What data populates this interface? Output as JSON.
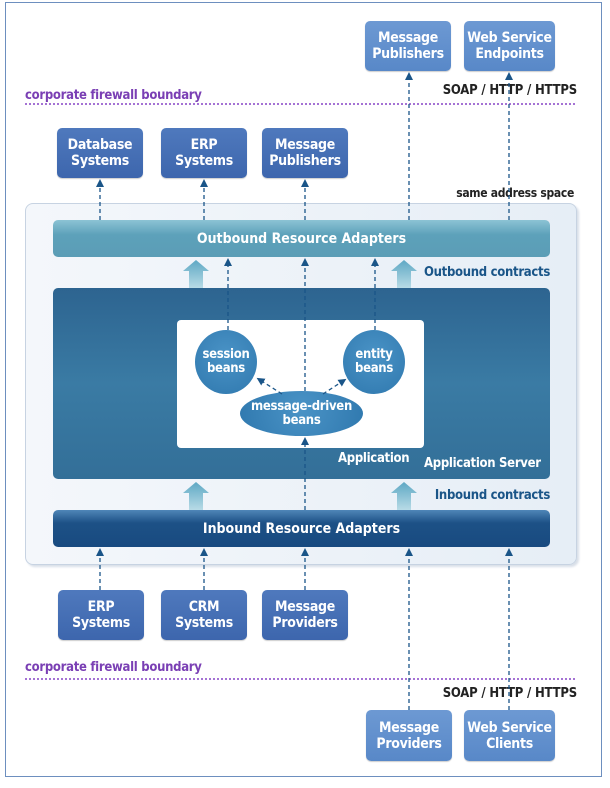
{
  "firewall": {
    "label": "corporate firewall boundary",
    "protocol": "SOAP / HTTP / HTTPS",
    "color": "#a472d4"
  },
  "external_top": [
    {
      "label": "Message Publishers"
    },
    {
      "label": "Web Service Endpoints"
    }
  ],
  "outbound_targets": [
    {
      "label": "Database Systems"
    },
    {
      "label": "ERP Systems"
    },
    {
      "label": "Message Publishers"
    }
  ],
  "same_address_space": "same address space",
  "outbound_adapters": "Outbound Resource Adapters",
  "outbound_contracts": "Outbound contracts",
  "application_server": {
    "label": "Application Server",
    "application": {
      "label": "Application",
      "beans": {
        "session": "session beans",
        "entity": "entity beans",
        "message_driven": "message-driven beans"
      }
    }
  },
  "inbound_contracts": "Inbound contracts",
  "inbound_adapters": "Inbound Resource Adapters",
  "inbound_sources": [
    {
      "label": "ERP Systems"
    },
    {
      "label": "CRM Systems"
    },
    {
      "label": "Message Providers"
    }
  ],
  "external_bottom": [
    {
      "label": "Message Providers"
    },
    {
      "label": "Web Service Clients"
    }
  ],
  "colors": {
    "box_dark": "#3d66ad",
    "box_light": "#5888c8",
    "outbound_adapter": "#5da1ba",
    "inbound_adapter": "#184a80",
    "app_server": "#3a7ba4",
    "arrow": "#1a5588"
  }
}
